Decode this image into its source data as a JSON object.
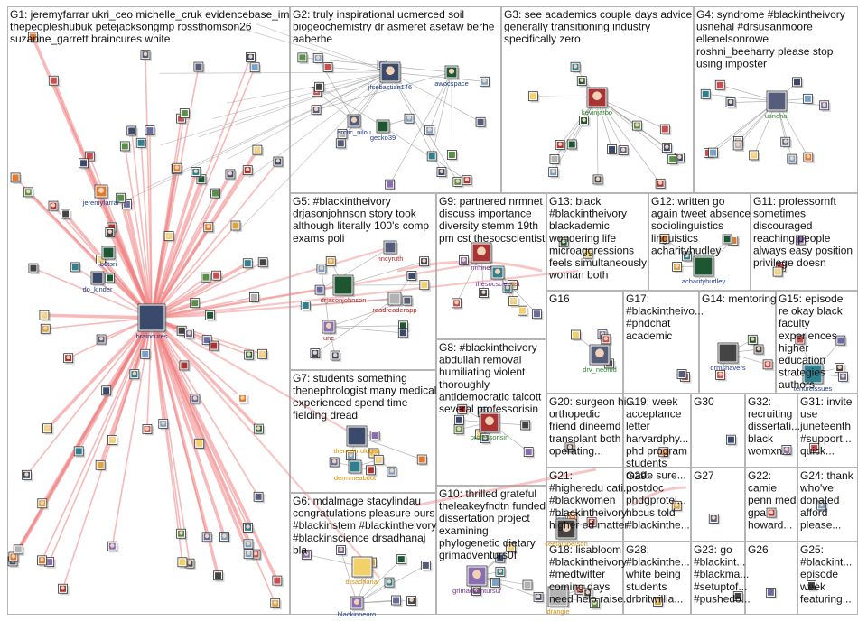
{
  "graph": {
    "colors": {
      "background": "#ffffff",
      "box_border": "#b5b5b5",
      "edge_red": "#f08080",
      "edge_gray": "#9a9a9a",
      "label_blue": "#1f3c88",
      "label_red": "#b22222",
      "label_green": "#2e8b2e",
      "label_orange": "#d98c00",
      "label_purple": "#7b2f8e"
    },
    "groups": [
      {
        "id": "G1",
        "label_lines": [
          "G1: jeremyfarrar ukri_ceo michelle_cruk evidencebase_im",
          "thepeopleshubuk petejacksongmp rossthomson26",
          "suzanne_garrett braincures white"
        ],
        "hubs": [
          {
            "name": "braincures",
            "color": "blue"
          },
          {
            "name": "jeremyfarrar",
            "color": "blue"
          },
          {
            "name": "b0tsri",
            "color": "blue"
          },
          {
            "name": "do_kinder",
            "color": "blue"
          }
        ]
      },
      {
        "id": "G2",
        "label_lines": [
          "G2: truly inspirational ucmerced soil",
          "biogeochemistry dr asmeret asefaw berhe",
          "aaberhe"
        ],
        "hubs": [
          {
            "name": "jfsebastian146",
            "color": "blue"
          },
          {
            "name": "awocspace",
            "color": "blue"
          },
          {
            "name": "arctic_nilou",
            "color": "blue"
          },
          {
            "name": "gecko39",
            "color": "blue"
          }
        ]
      },
      {
        "id": "G3",
        "label_lines": [
          "G3: see academics couple days advice",
          "generally transitioning industry",
          "specifically zero"
        ],
        "hubs": [
          {
            "name": "kevinjarbo",
            "color": "green"
          }
        ]
      },
      {
        "id": "G4",
        "label_lines": [
          "G4: syndrome #blackintheivory",
          "usnehal #drsusanmoore",
          "ellenelsonrowe",
          "roshni_beeharry please stop",
          "using imposter"
        ],
        "hubs": [
          {
            "name": "usnehal",
            "color": "green"
          }
        ]
      },
      {
        "id": "G5",
        "label_lines": [
          "G5: #blackintheivory",
          "drjasonjohnson story took",
          "although literally 100's comp",
          "exams poli"
        ],
        "hubs": [
          {
            "name": "drjasonjohnson",
            "color": "red"
          },
          {
            "name": "nncyruth",
            "color": "red"
          },
          {
            "name": "readreaderapp",
            "color": "red"
          },
          {
            "name": "unc",
            "color": "red"
          }
        ]
      },
      {
        "id": "G9",
        "label_lines": [
          "G9: partnered nrmnet",
          "discuss importance",
          "diversity stemm 19th",
          "pm cst thesocscientist"
        ],
        "hubs": [
          {
            "name": "nrmnet",
            "color": "purple"
          },
          {
            "name": "thesocscientist",
            "color": "purple"
          }
        ]
      },
      {
        "id": "G13",
        "label_lines": [
          "G13: black",
          "#blackintheivory",
          "blackademic",
          "wondering life",
          "microaggressions",
          "feels simultaneously",
          "woman both"
        ],
        "hubs": []
      },
      {
        "id": "G12",
        "label_lines": [
          "G12: written go",
          "again tweet absence",
          "sociolinguistics",
          "linguistics",
          "acharityhudley"
        ],
        "hubs": [
          {
            "name": "acharityhudley",
            "color": "blue"
          }
        ]
      },
      {
        "id": "G11",
        "label_lines": [
          "G11: professornft",
          "sometimes",
          "discouraged",
          "reaching people",
          "always easy position",
          "privilege doesn"
        ],
        "hubs": []
      },
      {
        "id": "G16",
        "label_lines": [
          "G16"
        ],
        "hubs": [
          {
            "name": "drv_neomd",
            "color": "green"
          }
        ]
      },
      {
        "id": "G17",
        "label_lines": [
          "G17:",
          "#blackintheivo...",
          "#phdchat",
          "academic"
        ],
        "hubs": []
      },
      {
        "id": "G14",
        "label_lines": [
          "G14: mentoring"
        ],
        "hubs": [
          {
            "name": "drmshavers",
            "color": "blue"
          }
        ]
      },
      {
        "id": "G15",
        "label_lines": [
          "G15: episode",
          "re okay black",
          "faculty",
          "experiences",
          "higher",
          "education",
          "strategies",
          "authors"
        ],
        "hubs": [
          {
            "name": "tenureissues",
            "color": "blue"
          }
        ]
      },
      {
        "id": "G7",
        "label_lines": [
          "G7: students something",
          "thenephrologist many medical",
          "experienced spend time",
          "fielding dread"
        ],
        "hubs": [
          {
            "name": "thenephrologist",
            "color": "orange"
          },
          {
            "name": "dermmeabout",
            "color": "orange"
          }
        ]
      },
      {
        "id": "G8",
        "label_lines": [
          "G8: #blackintheivory",
          "abdullah removal",
          "humiliating violent",
          "thoroughly",
          "antidemocratic talcott",
          "several professorisin"
        ],
        "hubs": [
          {
            "name": "professorisin",
            "color": "green"
          }
        ]
      },
      {
        "id": "G20",
        "label_lines": [
          "G20: surgeon hi...",
          "orthopedic",
          "friend dineemd",
          "transplant both",
          "operating..."
        ],
        "hubs": []
      },
      {
        "id": "G19",
        "label_lines": [
          "G19: week",
          "acceptance",
          "letter",
          "harvardphy...",
          "phd program",
          "students",
          "made sure..."
        ],
        "hubs": []
      },
      {
        "id": "G30",
        "label_lines": [
          "G30"
        ],
        "hubs": []
      },
      {
        "id": "G32",
        "label_lines": [
          "G32:",
          "recruiting",
          "dissertati...",
          "black",
          "womxn..."
        ],
        "hubs": []
      },
      {
        "id": "G31",
        "label_lines": [
          "G31: invite",
          "use",
          "juneteenth",
          "#support...",
          "quick..."
        ],
        "hubs": []
      },
      {
        "id": "G6",
        "label_lines": [
          "G6: mdalmage stacylindau",
          "congratulations pleasure ours",
          "#blackinstem #blackintheivory",
          "#blackinscience drsadhanaj",
          "bla"
        ],
        "hubs": [
          {
            "name": "drsadhanaj",
            "color": "orange"
          },
          {
            "name": "blackinneuro",
            "color": "blue"
          }
        ]
      },
      {
        "id": "G10",
        "label_lines": [
          "G10: thrilled grateful",
          "theleakeyfndtn funded",
          "dissertation project",
          "examining",
          "phylogenetic dietary",
          "grimadventurs0f"
        ],
        "hubs": [
          {
            "name": "grimadventurs0f",
            "color": "purple"
          }
        ]
      },
      {
        "id": "G21",
        "label_lines": [
          "G21:",
          "#higheredu cati...",
          "#blackwomen",
          "#blackintheivory",
          "higher ed matter"
        ],
        "hubs": [
          {
            "name": "ceetatoberson",
            "color": "orange"
          }
        ]
      },
      {
        "id": "G29",
        "label_lines": [
          "G29:",
          "postdoc",
          "phdgprotei...",
          "hbcus told",
          "#blackinthe..."
        ],
        "hubs": []
      },
      {
        "id": "G27",
        "label_lines": [
          "G27"
        ],
        "hubs": []
      },
      {
        "id": "G22",
        "label_lines": [
          "G22:",
          "camie",
          "penn med",
          "gpa",
          "howard..."
        ],
        "hubs": []
      },
      {
        "id": "G24",
        "label_lines": [
          "G24: thank",
          "who've",
          "donated",
          "afford",
          "please..."
        ],
        "hubs": []
      },
      {
        "id": "G18",
        "label_lines": [
          "G18: lisabloom",
          "#blackintheivory",
          "#medtwitter",
          "coming days",
          "need help raise..."
        ],
        "hubs": [
          {
            "name": "drangie",
            "color": "orange"
          }
        ]
      },
      {
        "id": "G28",
        "label_lines": [
          "G28:",
          "#blackinthe...",
          "white being",
          "students",
          "drbritwillia..."
        ],
        "hubs": []
      },
      {
        "id": "G23",
        "label_lines": [
          "G23: go",
          "#blackint...",
          "#blackma...",
          "#setuptof...",
          "#pushedo..."
        ],
        "hubs": []
      },
      {
        "id": "G26",
        "label_lines": [
          "G26"
        ],
        "hubs": []
      },
      {
        "id": "G25",
        "label_lines": [
          "G25:",
          "#blackint...",
          "episode",
          "week",
          "featuring..."
        ],
        "hubs": []
      }
    ]
  }
}
